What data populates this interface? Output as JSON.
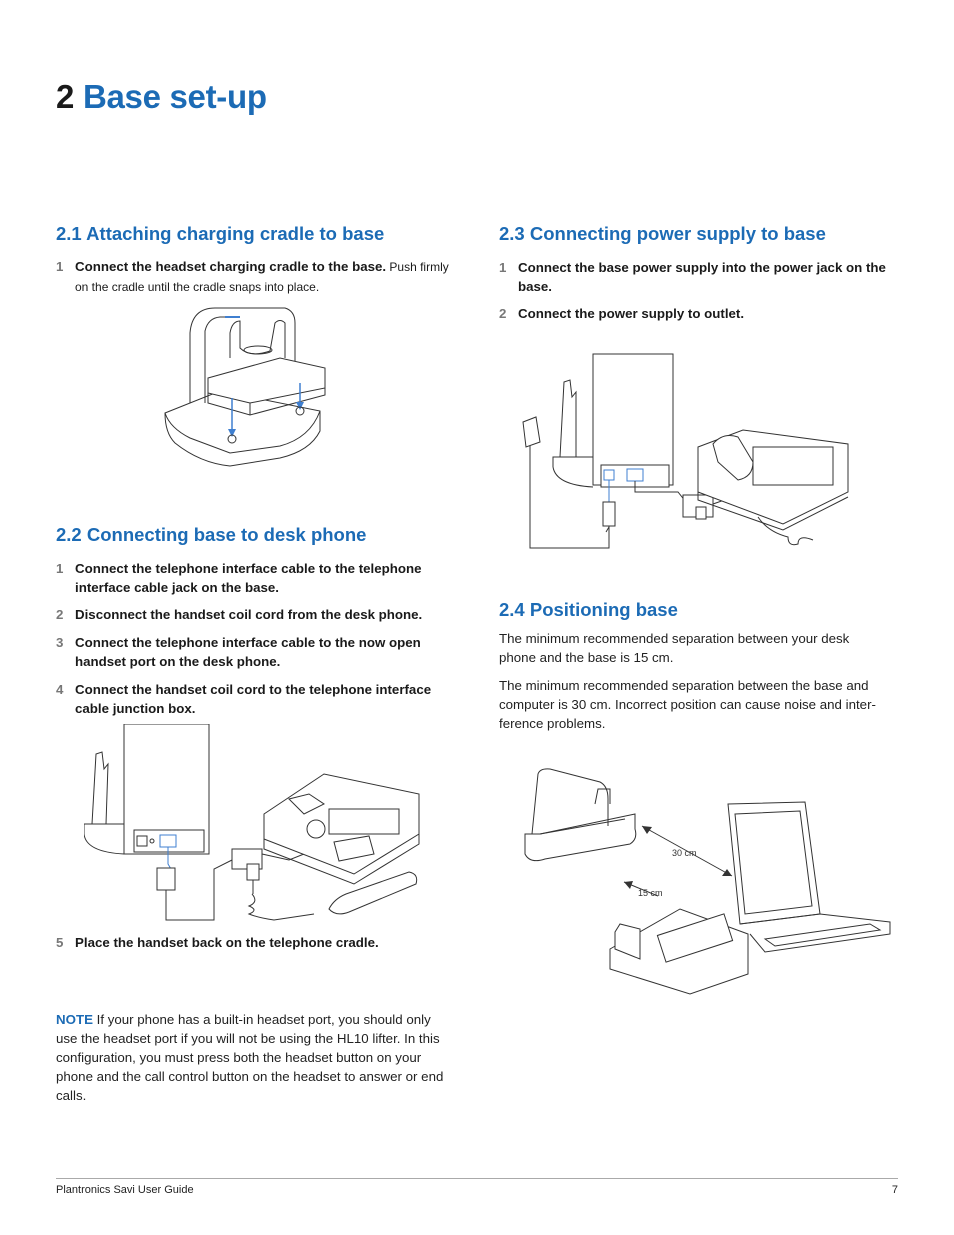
{
  "chapter": {
    "number": "2",
    "title": "Base set-up"
  },
  "s21": {
    "heading": "2.1 Attaching charging cradle to base",
    "step1": {
      "n": "1",
      "bold": "Connect the headset charging cradle to the base.",
      "rest": " Push firmly on the cradle until the cradle snaps into place."
    }
  },
  "s22": {
    "heading": "2.2 Connecting base to desk phone",
    "steps": [
      {
        "n": "1",
        "text": "Connect the telephone interface cable to the telephone interface cable jack on the base."
      },
      {
        "n": "2",
        "text": "Disconnect the handset coil cord from the desk phone."
      },
      {
        "n": "3",
        "text": "Connect the telephone interface cable to the now open handset port on the desk phone."
      },
      {
        "n": "4",
        "text": "Connect the handset coil cord to the telephone interface cable junction box."
      },
      {
        "n": "5",
        "text": "Place the handset back on the telephone cradle."
      }
    ],
    "note_label": "NOTE",
    "note_text": " If your phone has a built-in headset port, you should only use the headset port if you will not be using the HL10 lifter. In this configuration, you must press both the headset button on your phone and the call control button on the headset to answer or end calls."
  },
  "s23": {
    "heading": "2.3 Connecting power supply to base",
    "steps": [
      {
        "n": "1",
        "text": "Connect the base power supply into the power jack on the base."
      },
      {
        "n": "2",
        "text": "Connect the power supply to outlet."
      }
    ]
  },
  "s24": {
    "heading": "2.4 Positioning base",
    "para1": "The minimum recommended separation between your desk phone and the base is 15 cm.",
    "para2": "The minimum recommended separation between the base and computer is 30 cm. Incorrect position can cause noise and inter-ference problems.",
    "label_30": "30 cm",
    "label_15": "15 cm"
  },
  "footer": {
    "left": "Plantronics Savi User Guide",
    "page": "7"
  },
  "colors": {
    "accent": "#1c6bb5",
    "text": "#1a1a1a",
    "muted": "#777777",
    "arrow": "#3f7fd0"
  }
}
